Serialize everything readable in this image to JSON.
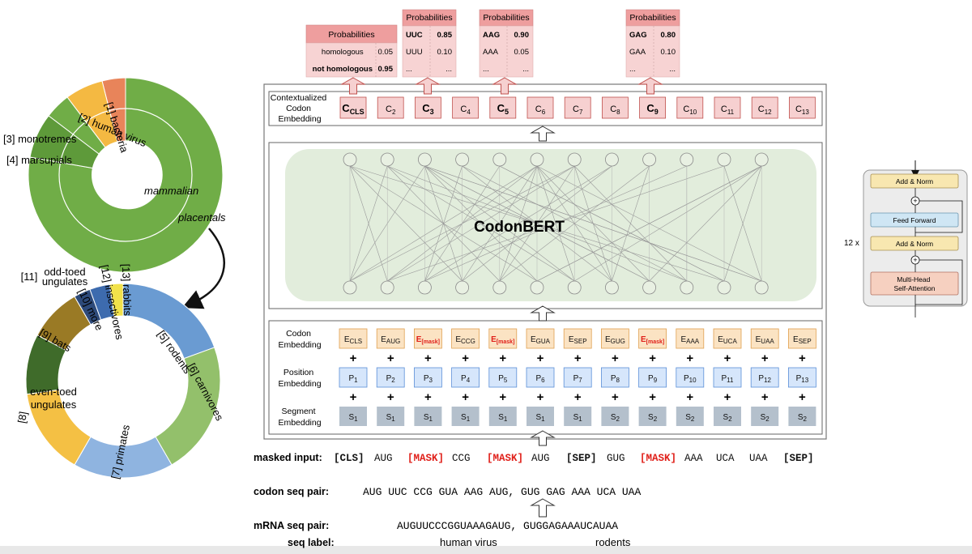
{
  "donut_top": {
    "labels": [
      "[1] bacteria",
      "[2] human virus",
      "[3] monotremes",
      "[4] marsupials",
      "mammalian",
      "placentals"
    ],
    "colors": {
      "green": "#70ad47",
      "orange": "#f4b942",
      "red": "#e8845a"
    }
  },
  "donut_bottom": {
    "segments": [
      {
        "label": "[5] rodents",
        "color": "#6a9bd2"
      },
      {
        "label": "[6] carnivores",
        "color": "#93c06b"
      },
      {
        "label": "[7] primates",
        "color": "#8fb4e0"
      },
      {
        "label": "[8] even-toed ungulates",
        "color": "#f4c044"
      },
      {
        "label": "[9] bats",
        "color": "#3f6b2a"
      },
      {
        "label": "[10] more",
        "color": "#9a7a25"
      },
      {
        "label": "[11] odd-toed ungulates",
        "color": "#2d4a7a"
      },
      {
        "label": "[12] insectivores",
        "color": "#3d6bae"
      },
      {
        "label": "[13] rabbits",
        "color": "#f2e24a"
      }
    ],
    "label_8a": "even-toed",
    "label_8b": "ungulates",
    "label_8num": "[8]",
    "label_11a": "odd-toed",
    "label_11b": "ungulates",
    "label_11num": "[11]"
  },
  "prob_tables": [
    {
      "title": "Probabilities",
      "rows": [
        [
          "homologous",
          "0.05"
        ],
        [
          "not homologous",
          "0.95"
        ]
      ]
    },
    {
      "title": "Probabilities",
      "rows": [
        [
          "UUC",
          "0.85"
        ],
        [
          "UUU",
          "0.10"
        ],
        [
          "...",
          "..."
        ]
      ]
    },
    {
      "title": "Probabilities",
      "rows": [
        [
          "AAG",
          "0.90"
        ],
        [
          "AAA",
          "0.05"
        ],
        [
          "...",
          "..."
        ]
      ]
    },
    {
      "title": "Probabilities",
      "rows": [
        [
          "GAG",
          "0.80"
        ],
        [
          "GAA",
          "0.10"
        ],
        [
          "...",
          "..."
        ]
      ]
    }
  ],
  "contextualized": {
    "label_lines": [
      "Contextualized",
      "Codon",
      "Embedding"
    ],
    "tokens": [
      {
        "main": "C",
        "sub": "CLS",
        "bold": true
      },
      {
        "main": "C",
        "sub": "2",
        "bold": false
      },
      {
        "main": "C",
        "sub": "3",
        "bold": true
      },
      {
        "main": "C",
        "sub": "4",
        "bold": false
      },
      {
        "main": "C",
        "sub": "5",
        "bold": true
      },
      {
        "main": "C",
        "sub": "6",
        "bold": false
      },
      {
        "main": "C",
        "sub": "7",
        "bold": false
      },
      {
        "main": "C",
        "sub": "8",
        "bold": false
      },
      {
        "main": "C",
        "sub": "9",
        "bold": true
      },
      {
        "main": "C",
        "sub": "10",
        "bold": false
      },
      {
        "main": "C",
        "sub": "11",
        "bold": false
      },
      {
        "main": "C",
        "sub": "12",
        "bold": false
      },
      {
        "main": "C",
        "sub": "13",
        "bold": false
      }
    ]
  },
  "model_title": "CodonBERT",
  "codon_embedding": {
    "label_lines": [
      "Codon",
      "Embedding"
    ],
    "tokens": [
      {
        "main": "E",
        "sub": "CLS",
        "mask": false
      },
      {
        "main": "E",
        "sub": "AUG",
        "mask": false
      },
      {
        "main": "E",
        "sub": "[mask]",
        "mask": true
      },
      {
        "main": "E",
        "sub": "CCG",
        "mask": false
      },
      {
        "main": "E",
        "sub": "[mask]",
        "mask": true
      },
      {
        "main": "E",
        "sub": "GUA",
        "mask": false
      },
      {
        "main": "E",
        "sub": "SEP",
        "mask": false
      },
      {
        "main": "E",
        "sub": "GUG",
        "mask": false
      },
      {
        "main": "E",
        "sub": "[mask]",
        "mask": true
      },
      {
        "main": "E",
        "sub": "AAA",
        "mask": false
      },
      {
        "main": "E",
        "sub": "UCA",
        "mask": false
      },
      {
        "main": "E",
        "sub": "UAA",
        "mask": false
      },
      {
        "main": "E",
        "sub": "SEP",
        "mask": false
      }
    ]
  },
  "position_embedding": {
    "label_lines": [
      "Position",
      "Embedding"
    ],
    "tokens": [
      {
        "main": "P",
        "sub": "1"
      },
      {
        "main": "P",
        "sub": "2"
      },
      {
        "main": "P",
        "sub": "3"
      },
      {
        "main": "P",
        "sub": "4"
      },
      {
        "main": "P",
        "sub": "5"
      },
      {
        "main": "P",
        "sub": "6"
      },
      {
        "main": "P",
        "sub": "7"
      },
      {
        "main": "P",
        "sub": "8"
      },
      {
        "main": "P",
        "sub": "9"
      },
      {
        "main": "P",
        "sub": "10"
      },
      {
        "main": "P",
        "sub": "11"
      },
      {
        "main": "P",
        "sub": "12"
      },
      {
        "main": "P",
        "sub": "13"
      }
    ]
  },
  "segment_embedding": {
    "label_lines": [
      "Segment",
      "Embedding"
    ],
    "tokens": [
      {
        "main": "S",
        "sub": "1"
      },
      {
        "main": "S",
        "sub": "1"
      },
      {
        "main": "S",
        "sub": "1"
      },
      {
        "main": "S",
        "sub": "1"
      },
      {
        "main": "S",
        "sub": "1"
      },
      {
        "main": "S",
        "sub": "1"
      },
      {
        "main": "S",
        "sub": "1"
      },
      {
        "main": "S",
        "sub": "2"
      },
      {
        "main": "S",
        "sub": "2"
      },
      {
        "main": "S",
        "sub": "2"
      },
      {
        "main": "S",
        "sub": "2"
      },
      {
        "main": "S",
        "sub": "2"
      },
      {
        "main": "S",
        "sub": "2"
      }
    ]
  },
  "plus_sign": "+",
  "masked_input": {
    "label": "masked input:",
    "tokens": [
      {
        "text": "[CLS]",
        "style": "bold"
      },
      {
        "text": "AUG",
        "style": "normal"
      },
      {
        "text": "[MASK]",
        "style": "mask"
      },
      {
        "text": "CCG",
        "style": "normal"
      },
      {
        "text": "[MASK]",
        "style": "mask"
      },
      {
        "text": "AUG",
        "style": "normal"
      },
      {
        "text": "[SEP]",
        "style": "bold"
      },
      {
        "text": "GUG",
        "style": "normal"
      },
      {
        "text": "[MASK]",
        "style": "mask"
      },
      {
        "text": "AAA",
        "style": "normal"
      },
      {
        "text": "UCA",
        "style": "normal"
      },
      {
        "text": "UAA",
        "style": "normal"
      },
      {
        "text": "[SEP]",
        "style": "bold"
      }
    ]
  },
  "codon_seq_pair": {
    "label": "codon seq pair:",
    "text": "AUG UUC CCG GUA AAG AUG, GUG GAG AAA UCA UAA"
  },
  "mrna_seq_pair": {
    "label": "mRNA seq pair:",
    "text": "AUGUUCCCGGUAAAGAUG, GUGGAGAAAUCAUAA"
  },
  "seq_label": {
    "label": "seq label:",
    "left": "human virus",
    "right": "rodents"
  },
  "transformer_block": {
    "repeat": "12 x",
    "blocks": [
      "Add & Norm",
      "Feed Forward",
      "Add & Norm",
      "Multi-Head",
      "Self-Attention"
    ]
  },
  "colors": {
    "ctx_fill": "#f6d0d0",
    "ctx_stroke": "#c0504d",
    "prob_header": "#ee9e9e",
    "prob_body": "#f7d3d3",
    "codon_fill": "#fbe3c3",
    "codon_stroke": "#e0a050",
    "pos_fill": "#d6e6fb",
    "pos_stroke": "#5b8fd8",
    "seg_fill": "#b4c0cc",
    "mask_red": "#e0201a",
    "model_bg": "#e2eddc"
  }
}
